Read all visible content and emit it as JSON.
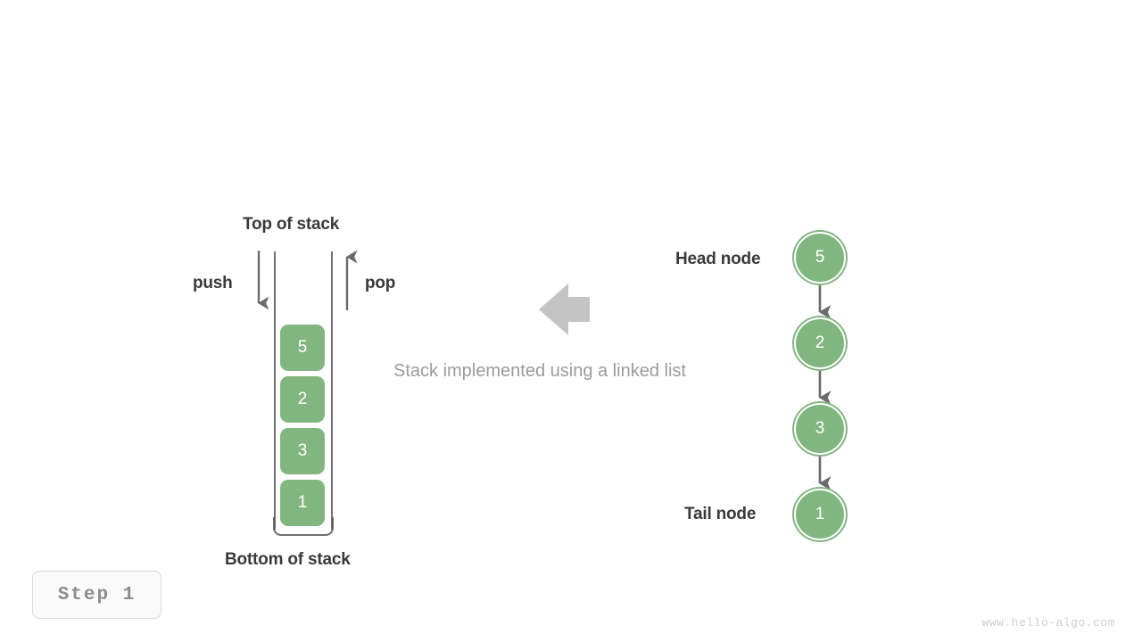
{
  "diagram": {
    "title_caption": "Stack implemented using a linked list",
    "step_label": "Step 1",
    "watermark": "www.hello-algo.com",
    "colors": {
      "node_green": "#82b681",
      "text_dark": "#3a3a3a",
      "text_muted": "#9b9b9b",
      "arrow_gray": "#6b6b6b",
      "big_arrow_gray": "#c4c4c4",
      "container_stroke": "#575757",
      "badge_text": "#8c8c8c",
      "watermark_gray": "#cfcfcf"
    }
  },
  "stack_panel": {
    "top_label": "Top of stack",
    "bottom_label": "Bottom of stack",
    "push_label": "push",
    "pop_label": "pop",
    "elements": [
      {
        "value": "5"
      },
      {
        "value": "2"
      },
      {
        "value": "3"
      },
      {
        "value": "1"
      }
    ]
  },
  "linked_list_panel": {
    "head_label": "Head node",
    "tail_label": "Tail node",
    "nodes": [
      {
        "value": "5"
      },
      {
        "value": "2"
      },
      {
        "value": "3"
      },
      {
        "value": "1"
      }
    ]
  },
  "center_arrow": {
    "icon": "arrow-left-icon",
    "direction": "left"
  }
}
